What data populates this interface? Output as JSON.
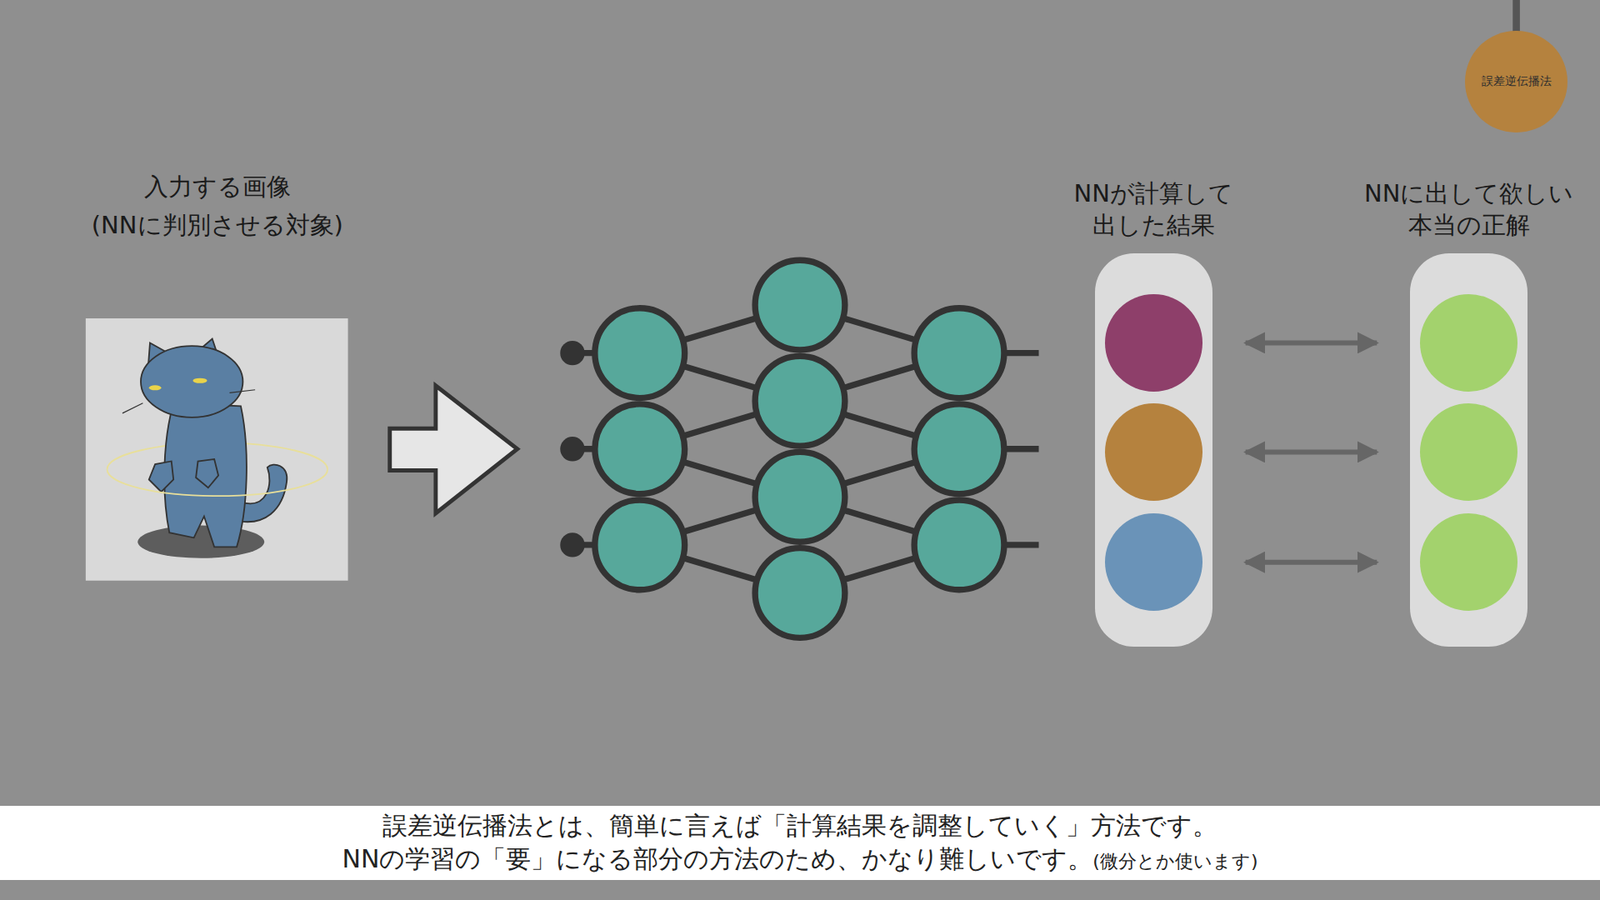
{
  "diagram": {
    "caption": "誤差逆伝播法とは、簡単に言えば「計算結果を調整していく」方法です。",
    "nodes": [
      {
        "text": [
          "誤差逆伝播法"
        ]
      },
      {
        "text": [
          "NNが計算して 出した結果"
        ]
      },
      {
        "text": [
          "NNに出して欲しい 本当の正解"
        ]
      }
    ],
    "edges": [
      {
        "from": 1,
        "to": 2,
        "arrow": "both"
      },
      {
        "from": 1,
        "to": 2,
        "arrow": "both"
      },
      {
        "from": 1,
        "to": 2,
        "arrow": "both"
      }
    ],
    "labels": [
      "入力する画像",
      "(NNに判別させる対象)",
      "NNの学習の「要」になる部分の方法のため、かなり難しいです。",
      "(微分とか使います)"
    ]
  }
}
